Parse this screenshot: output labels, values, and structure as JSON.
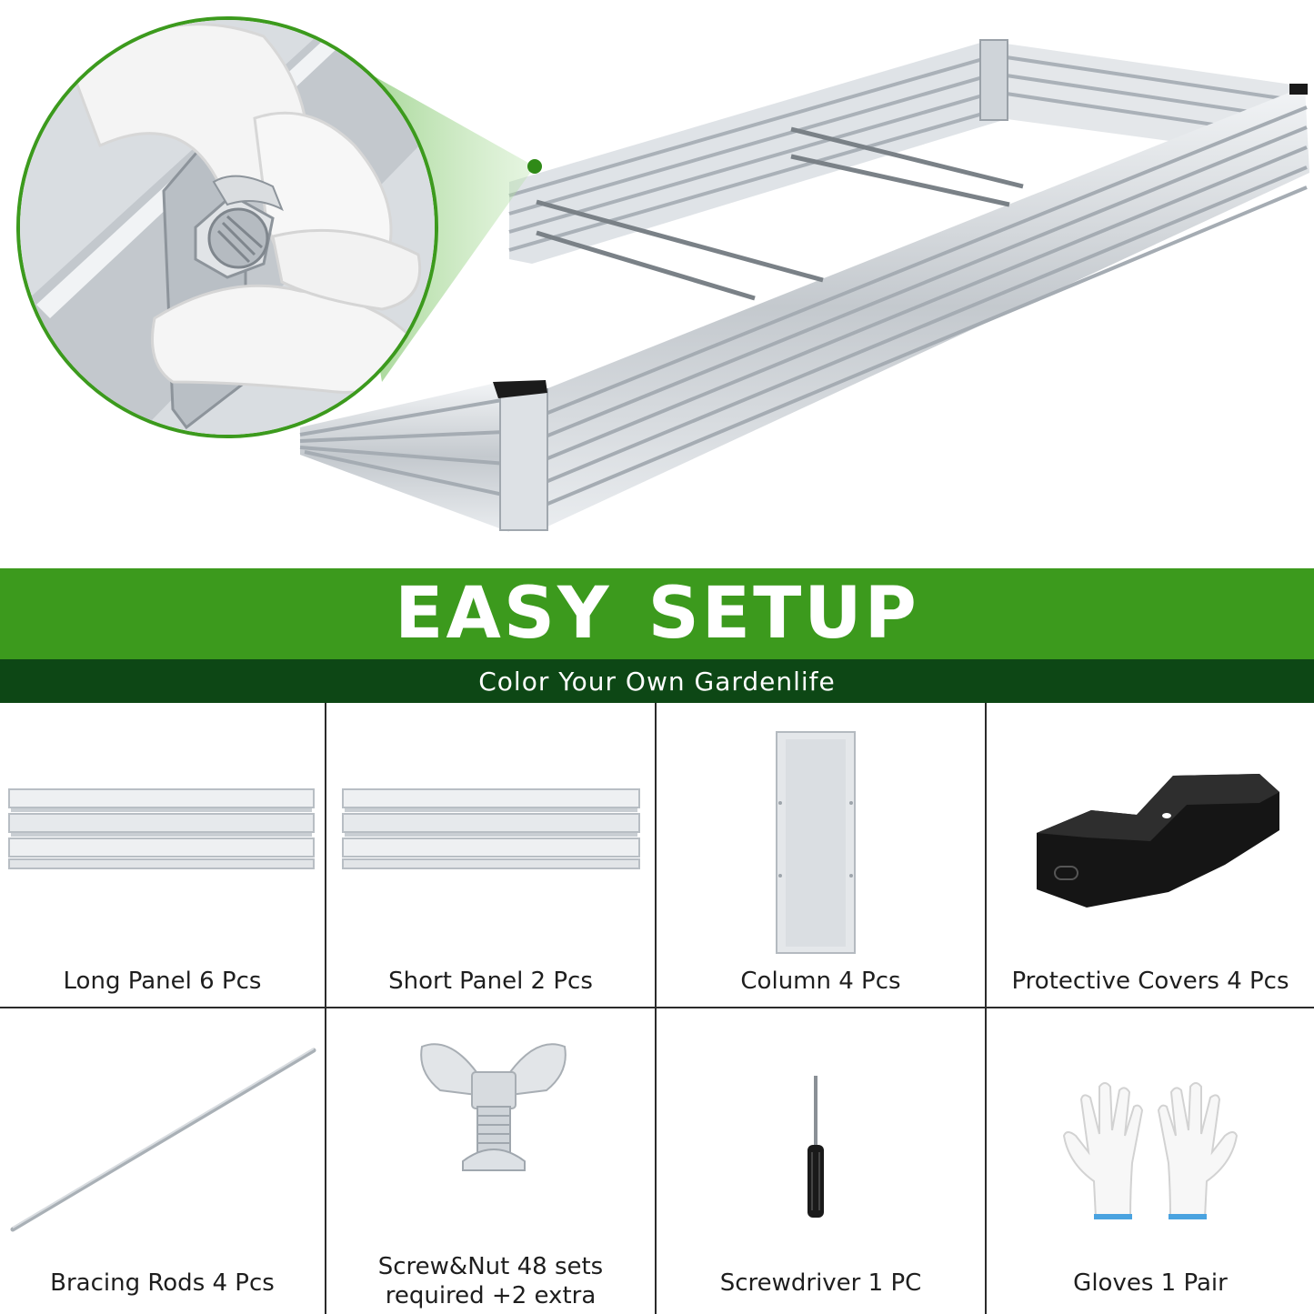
{
  "banner": {
    "title": "EASY SETUP",
    "subtitle": "Color Your Own Gardenlife",
    "colors": {
      "primary_green": "#3c9a1d",
      "dark_green": "#0d4715"
    }
  },
  "hero": {
    "image": "galvanized-raised-garden-bed-with-bolt-closeup"
  },
  "parts": [
    {
      "label": "Long Panel 6 Pcs",
      "icon": "long-panel-image"
    },
    {
      "label": "Short Panel 2 Pcs",
      "icon": "short-panel-image"
    },
    {
      "label": "Column 4 Pcs",
      "icon": "column-image"
    },
    {
      "label": "Protective Covers 4 Pcs",
      "icon": "protective-cover-image"
    },
    {
      "label": "Bracing Rods 4 Pcs",
      "icon": "bracing-rod-image"
    },
    {
      "label_line1": "Screw&Nut 48 sets",
      "label_line2": "required +2 extra",
      "icon": "wing-nut-screw-image"
    },
    {
      "label": "Screwdriver 1 PC",
      "icon": "screwdriver-image"
    },
    {
      "label": "Gloves 1 Pair",
      "icon": "gloves-image"
    }
  ]
}
